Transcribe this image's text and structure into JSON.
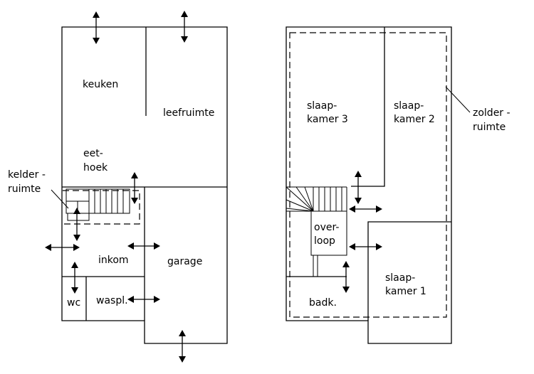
{
  "ground_floor": {
    "kitchen": "keuken",
    "living": "leefruimte",
    "dining_1": "eet-",
    "dining_2": "hoek",
    "cellar_1": "kelder  -",
    "cellar_2": "ruimte",
    "hall": "inkom",
    "garage": "garage",
    "wc": "wc",
    "laundry": "waspl."
  },
  "upper_floor": {
    "bedroom3_1": "slaap-",
    "bedroom3_2": "kamer  3",
    "bedroom2_1": "slaap-",
    "bedroom2_2": "kamer  2",
    "attic_1": "zolder  -",
    "attic_2": "ruimte",
    "landing_1": "over-",
    "landing_2": "loop",
    "bedroom1_1": "slaap-",
    "bedroom1_2": "kamer  1",
    "bathroom": "badk."
  }
}
